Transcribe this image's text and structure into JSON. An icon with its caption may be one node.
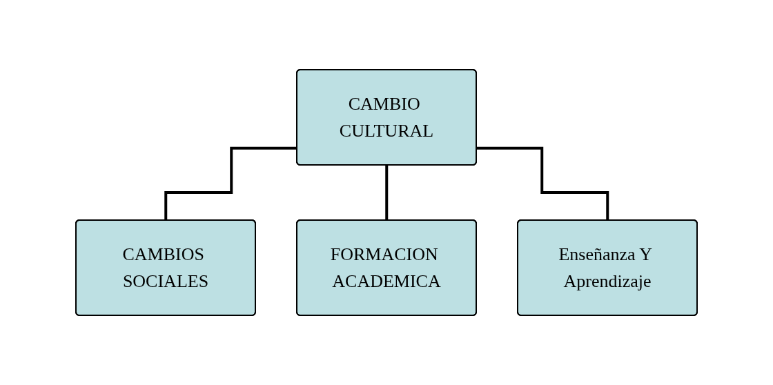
{
  "diagram": {
    "nodes": [
      {
        "text": [
          "CAMBIO CULTURAL"
        ]
      },
      {
        "text": [
          "CAMBIOS SOCIALES"
        ]
      },
      {
        "text": [
          "FORMACION ACADEMICA"
        ]
      },
      {
        "text": [
          "Enseñanza Y Aprendizaje"
        ]
      }
    ],
    "edges": [
      {
        "from": 0,
        "to": 1,
        "arrow": "none"
      },
      {
        "from": 0,
        "to": 2,
        "arrow": "none"
      },
      {
        "from": 0,
        "to": 3,
        "arrow": "none"
      }
    ]
  }
}
